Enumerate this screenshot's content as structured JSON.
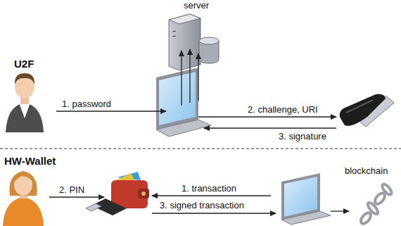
{
  "diagram": {
    "nodes": [
      {
        "text": [
          "U2F"
        ]
      },
      {
        "text": [
          "server"
        ]
      },
      {
        "text": [
          "HW-Wallet"
        ]
      },
      {
        "text": [
          "blockchain"
        ]
      }
    ],
    "labels": [
      "1. password",
      "2. challenge, URI",
      "3. signature",
      "2. PIN",
      "1. transaction",
      "3. signed transaction"
    ]
  }
}
